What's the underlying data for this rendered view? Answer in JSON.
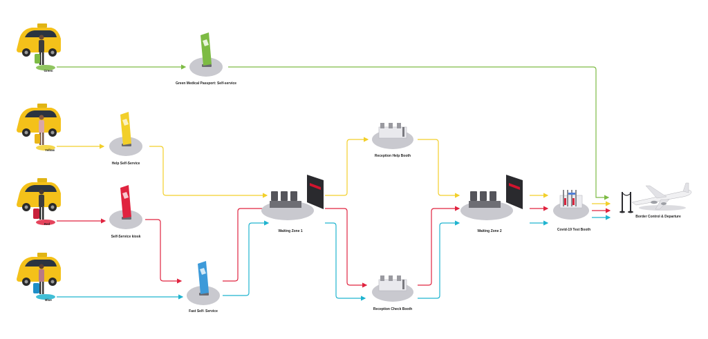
{
  "colors": {
    "green": "#7dbb44",
    "yellow": "#f2cf2a",
    "red": "#e0233f",
    "blue": "#1fb3cf",
    "disc": "#c9c9cf",
    "taxi": "#f4c11a"
  },
  "routes": [
    {
      "id": "green",
      "tag": "Green"
    },
    {
      "id": "yellow",
      "tag": "Yellow"
    },
    {
      "id": "red",
      "tag": "Red"
    },
    {
      "id": "blue",
      "tag": "Blue"
    }
  ],
  "stations": {
    "green_kiosk": "Green Medical Passport: Self-service",
    "help_kiosk": "Help Self-Service",
    "self_kiosk": "Self-Service kiosk",
    "fast_kiosk": "Fast Self- Service",
    "waiting_1": "Waiting Zone 1",
    "reception_help": "Reception Help Booth",
    "reception_check": "Reception Check Booth",
    "waiting_2": "Waiting Zone 2",
    "covid_booth": "Covid-19 Test Booth",
    "border": "Border Control & Departure"
  }
}
